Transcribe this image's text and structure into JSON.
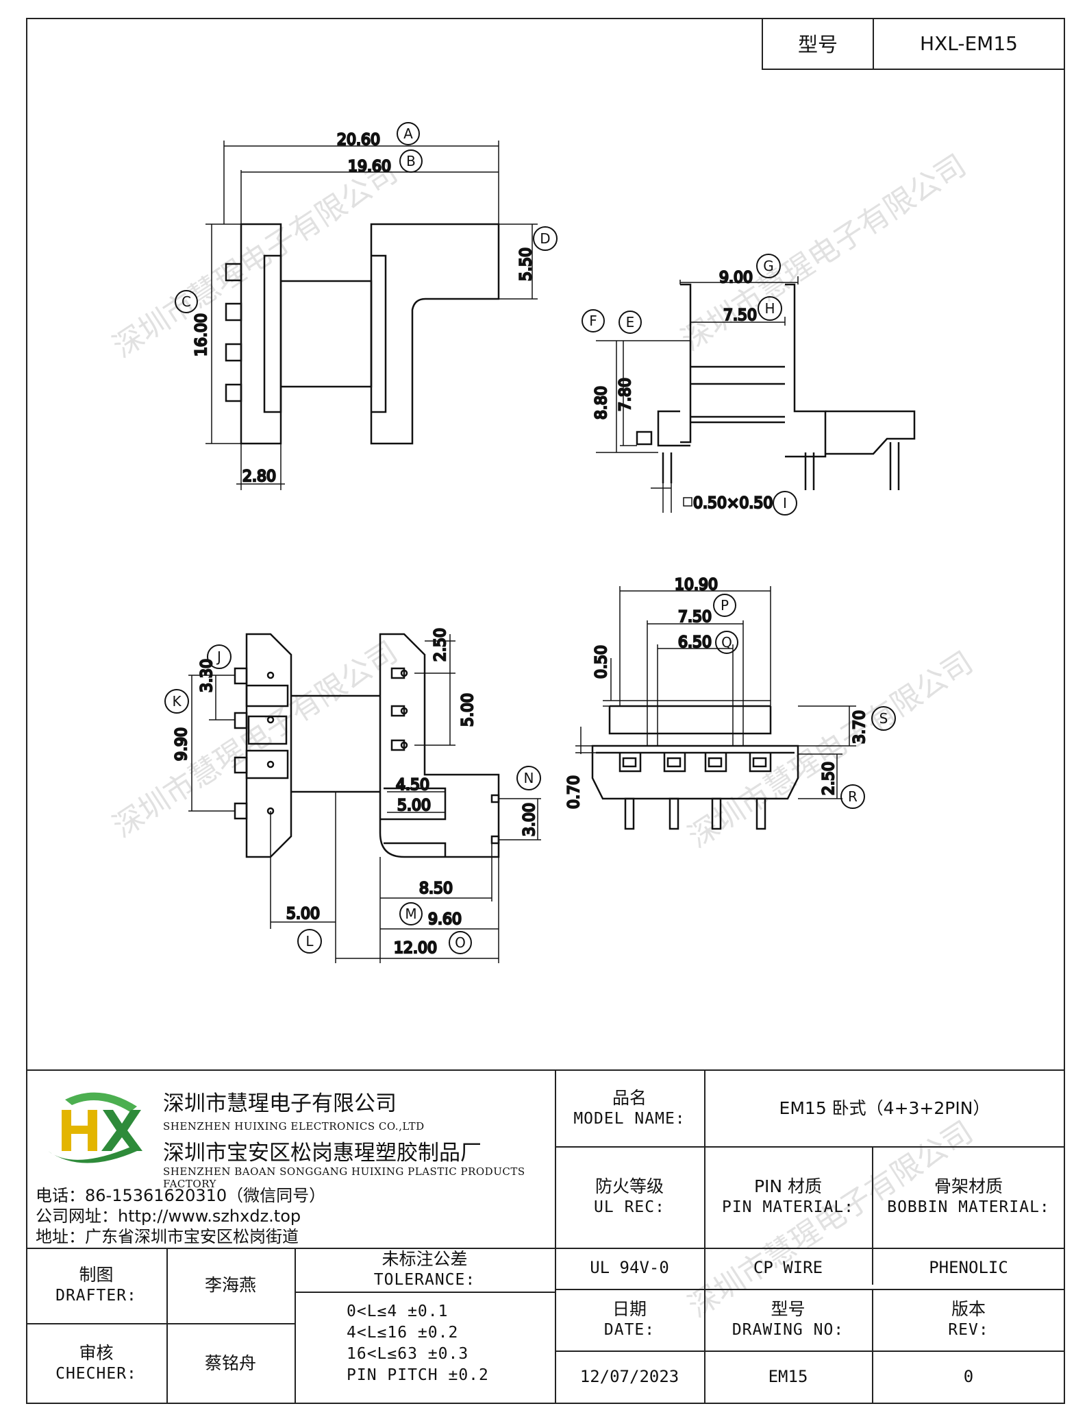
{
  "header": {
    "model_label": "型号",
    "model_value": "HXL-EM15"
  },
  "watermark": "深圳市慧瑆电子有限公司",
  "dimensions": {
    "A": "20.60",
    "B": "19.60",
    "C": "16.00",
    "D": "5.50",
    "dim_280": "2.80",
    "G": "9.00",
    "H": "7.50",
    "F": "8.80",
    "E": "7.80",
    "I": "0.50×0.50",
    "dim_1090": "10.90",
    "P": "7.50",
    "Q": "6.50",
    "dim_050": "0.50",
    "S": "3.70",
    "dim_070": "0.70",
    "R": "2.50",
    "dim_330": "3.30",
    "K": "9.90",
    "dim_250": "2.50",
    "dim_500v": "5.00",
    "dim_450": "4.50",
    "dim_500h": "5.00",
    "N": "3.00",
    "dim_850": "8.50",
    "M": "9.60",
    "L": "5.00",
    "O": "12.00"
  },
  "labels": [
    "A",
    "B",
    "C",
    "D",
    "E",
    "F",
    "G",
    "H",
    "I",
    "J",
    "K",
    "L",
    "M",
    "N",
    "O",
    "P",
    "Q",
    "R",
    "S"
  ],
  "company": {
    "name_cn": "深圳市慧瑆电子有限公司",
    "name_en": "SHENZHEN HUIXING ELECTRONICS CO.,LTD",
    "factory_cn": "深圳市宝安区松岗惠瑆塑胶制品厂",
    "factory_en": "SHENZHEN BAOAN SONGGANG HUIXING PLASTIC PRODUCTS FACTORY",
    "phone": "电话：86-15361620310（微信同号）",
    "website": "公司网址：http://www.szhxdz.top",
    "address": "地址：广东省深圳市宝安区松岗街道",
    "logo_text": "HX"
  },
  "titleblock": {
    "model_name_cn": "品名",
    "model_name_en": "MODEL NAME:",
    "model_name_val": "EM15 卧式（4+3+2PIN）",
    "fire_cn": "防火等级",
    "fire_en": "UL REC:",
    "pin_cn": "PIN 材质",
    "pin_en": "PIN MATERIAL:",
    "bobbin_cn": "骨架材质",
    "bobbin_en": "BOBBIN MATERIAL:",
    "fire_val": "UL 94V-0",
    "pin_val": "CP WIRE",
    "bobbin_val": "PHENOLIC",
    "drafter_cn": "制图",
    "drafter_en": "DRAFTER:",
    "drafter_val": "李海燕",
    "checker_cn": "审核",
    "checker_en": "CHECHER:",
    "checker_val": "蔡铭舟",
    "tol_cn": "未标注公差",
    "tol_en": "TOLERANCE:",
    "tol1": "0<L≤4  ±0.1",
    "tol2": "4<L≤16 ±0.2",
    "tol3": "16<L≤63 ±0.3",
    "tol4": "PIN PITCH ±0.2",
    "date_cn": "日期",
    "date_en": "DATE:",
    "date_val": "12/07/2023",
    "drawing_cn": "型号",
    "drawing_en": "DRAWING NO:",
    "drawing_val": "EM15",
    "rev_cn": "版本",
    "rev_en": "REV:",
    "rev_val": "0"
  }
}
